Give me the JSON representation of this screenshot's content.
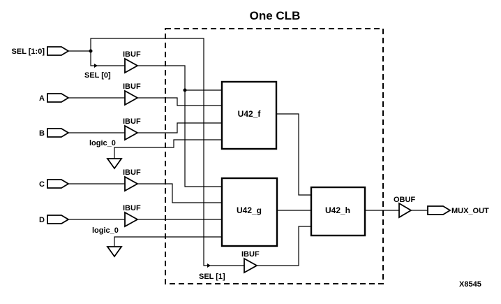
{
  "diagram": {
    "title": "One CLB",
    "figure_id": "X8545",
    "inputs": [
      {
        "name": "SEL [1:0]"
      },
      {
        "name": "A"
      },
      {
        "name": "B"
      },
      {
        "name": "C"
      },
      {
        "name": "D"
      }
    ],
    "buffers": {
      "ibuf": "IBUF",
      "obuf": "OBUF"
    },
    "ground_label": "logic_0",
    "sel0_label": "SEL [0]",
    "sel1_label": "SEL [1]",
    "blocks": [
      {
        "name": "U42_f"
      },
      {
        "name": "U42_g"
      },
      {
        "name": "U42_h"
      }
    ],
    "output": {
      "name": "MUX_OUT"
    }
  }
}
